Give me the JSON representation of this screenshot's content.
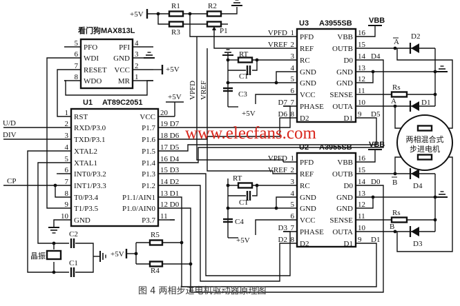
{
  "watchdog": {
    "title": "看门狗MAX813L",
    "left_pins": [
      {
        "num": "5",
        "name": "PFO"
      },
      {
        "num": "6",
        "name": "WDI"
      },
      {
        "num": "7",
        "name": "RESET"
      },
      {
        "num": "8",
        "name": "WDO"
      }
    ],
    "right_pins": [
      {
        "num": "4",
        "name": "PFI"
      },
      {
        "num": "3",
        "name": "GND"
      },
      {
        "num": "2",
        "name": "VCC"
      },
      {
        "num": "1",
        "name": "MR"
      }
    ]
  },
  "u1": {
    "ref": "U1",
    "part": "AT89C2051",
    "left_pins": [
      {
        "num": "1",
        "name": "RST"
      },
      {
        "num": "2",
        "name": "RXD/P3.0"
      },
      {
        "num": "3",
        "name": "TXD/P3.1"
      },
      {
        "num": "4",
        "name": "XTAL2"
      },
      {
        "num": "5",
        "name": "XTAL1"
      },
      {
        "num": "6",
        "name": "INT0/P3.2"
      },
      {
        "num": "7",
        "name": "INT1/P3.3"
      },
      {
        "num": "8",
        "name": "T0/P3.4"
      },
      {
        "num": "9",
        "name": "T1/P3.5"
      },
      {
        "num": "10",
        "name": "GND"
      }
    ],
    "right_pins": [
      {
        "num": "20",
        "name": "VCC"
      },
      {
        "num": "19 D7",
        "name": "P1.7"
      },
      {
        "num": "18 D6",
        "name": "P1.6"
      },
      {
        "num": "17 D5",
        "name": "P1.5"
      },
      {
        "num": "16 D4",
        "name": "P1.4"
      },
      {
        "num": "15 D3",
        "name": "P1.3"
      },
      {
        "num": "14 D2",
        "name": "P1.2"
      },
      {
        "num": "13 D1",
        "name": "P1.1/AIN1"
      },
      {
        "num": "12 D0",
        "name": "P1.0/AIN0"
      },
      {
        "num": "11",
        "name": "P3.7"
      }
    ]
  },
  "u3": {
    "ref": "U3",
    "part": "A3955SB",
    "left_pins": [
      {
        "num": "1",
        "name": "PFD",
        "net": "VPFD"
      },
      {
        "num": "2",
        "name": "REF",
        "net": "VREF"
      },
      {
        "num": "3",
        "name": "RC",
        "net": ""
      },
      {
        "num": "4",
        "name": "GND",
        "net": ""
      },
      {
        "num": "5",
        "name": "GND",
        "net": ""
      },
      {
        "num": "6",
        "name": "VCC",
        "net": ""
      },
      {
        "num": "7",
        "name": "PHASE",
        "net": "D7"
      },
      {
        "num": "8",
        "name": "D2",
        "net": "D6"
      }
    ],
    "right_pins": [
      {
        "num": "16",
        "name": "VBB",
        "net": ""
      },
      {
        "num": "15",
        "name": "OUTB",
        "net": ""
      },
      {
        "num": "14",
        "name": "D0",
        "net": "D4"
      },
      {
        "num": "13",
        "name": "GND",
        "net": ""
      },
      {
        "num": "12",
        "name": "GND",
        "net": ""
      },
      {
        "num": "11",
        "name": "SENSE",
        "net": ""
      },
      {
        "num": "10",
        "name": "OUTA",
        "net": ""
      },
      {
        "num": "9",
        "name": "D1",
        "net": "D5"
      }
    ]
  },
  "u2": {
    "ref": "U2",
    "part": "A3955SB",
    "left_pins": [
      {
        "num": "1",
        "name": "PFD",
        "net": "VPFD"
      },
      {
        "num": "2",
        "name": "REF",
        "net": "VREF"
      },
      {
        "num": "3",
        "name": "RC",
        "net": ""
      },
      {
        "num": "4",
        "name": "GND",
        "net": ""
      },
      {
        "num": "5",
        "name": "GND",
        "net": ""
      },
      {
        "num": "6",
        "name": "VCC",
        "net": ""
      },
      {
        "num": "7",
        "name": "PHASE",
        "net": "D3"
      },
      {
        "num": "8",
        "name": "D2",
        "net": "D2"
      }
    ],
    "right_pins": [
      {
        "num": "16",
        "name": "VBB",
        "net": ""
      },
      {
        "num": "15",
        "name": "OUTB",
        "net": ""
      },
      {
        "num": "14",
        "name": "D0",
        "net": "D0"
      },
      {
        "num": "13",
        "name": "GND",
        "net": ""
      },
      {
        "num": "12",
        "name": "GND",
        "net": ""
      },
      {
        "num": "11",
        "name": "SENSE",
        "net": ""
      },
      {
        "num": "10",
        "name": "OUTA",
        "net": ""
      },
      {
        "num": "9",
        "name": "D1",
        "net": "D1"
      }
    ]
  },
  "labels": {
    "plus5v": "+5V",
    "vbb": "VBB",
    "r1": "R1",
    "r2": "R2",
    "r3": "R3",
    "p1": "P1",
    "vpfd": "VPFD",
    "vref": "VREF",
    "rt": "RT",
    "ct": "CT",
    "c3": "C3",
    "c4": "C4",
    "rs": "Rs",
    "d1": "D1",
    "d2": "D2",
    "d3": "D3",
    "d4": "D4",
    "a": "A",
    "a_bar": "A",
    "b": "B",
    "b_bar": "B",
    "ud": "U/D",
    "div": "DIV",
    "cp": "CP",
    "c1": "C1",
    "c2": "C2",
    "crystal": "晶振",
    "r4": "R4",
    "r5": "R5"
  },
  "motor": {
    "line1": "两相混合式",
    "line2": "步进电机"
  },
  "watermark": "www.elecfans.com",
  "caption": "图 4   两相步进电机驱动器原理图",
  "colors": {
    "line": "#111111",
    "watermark": "#d9261c"
  }
}
